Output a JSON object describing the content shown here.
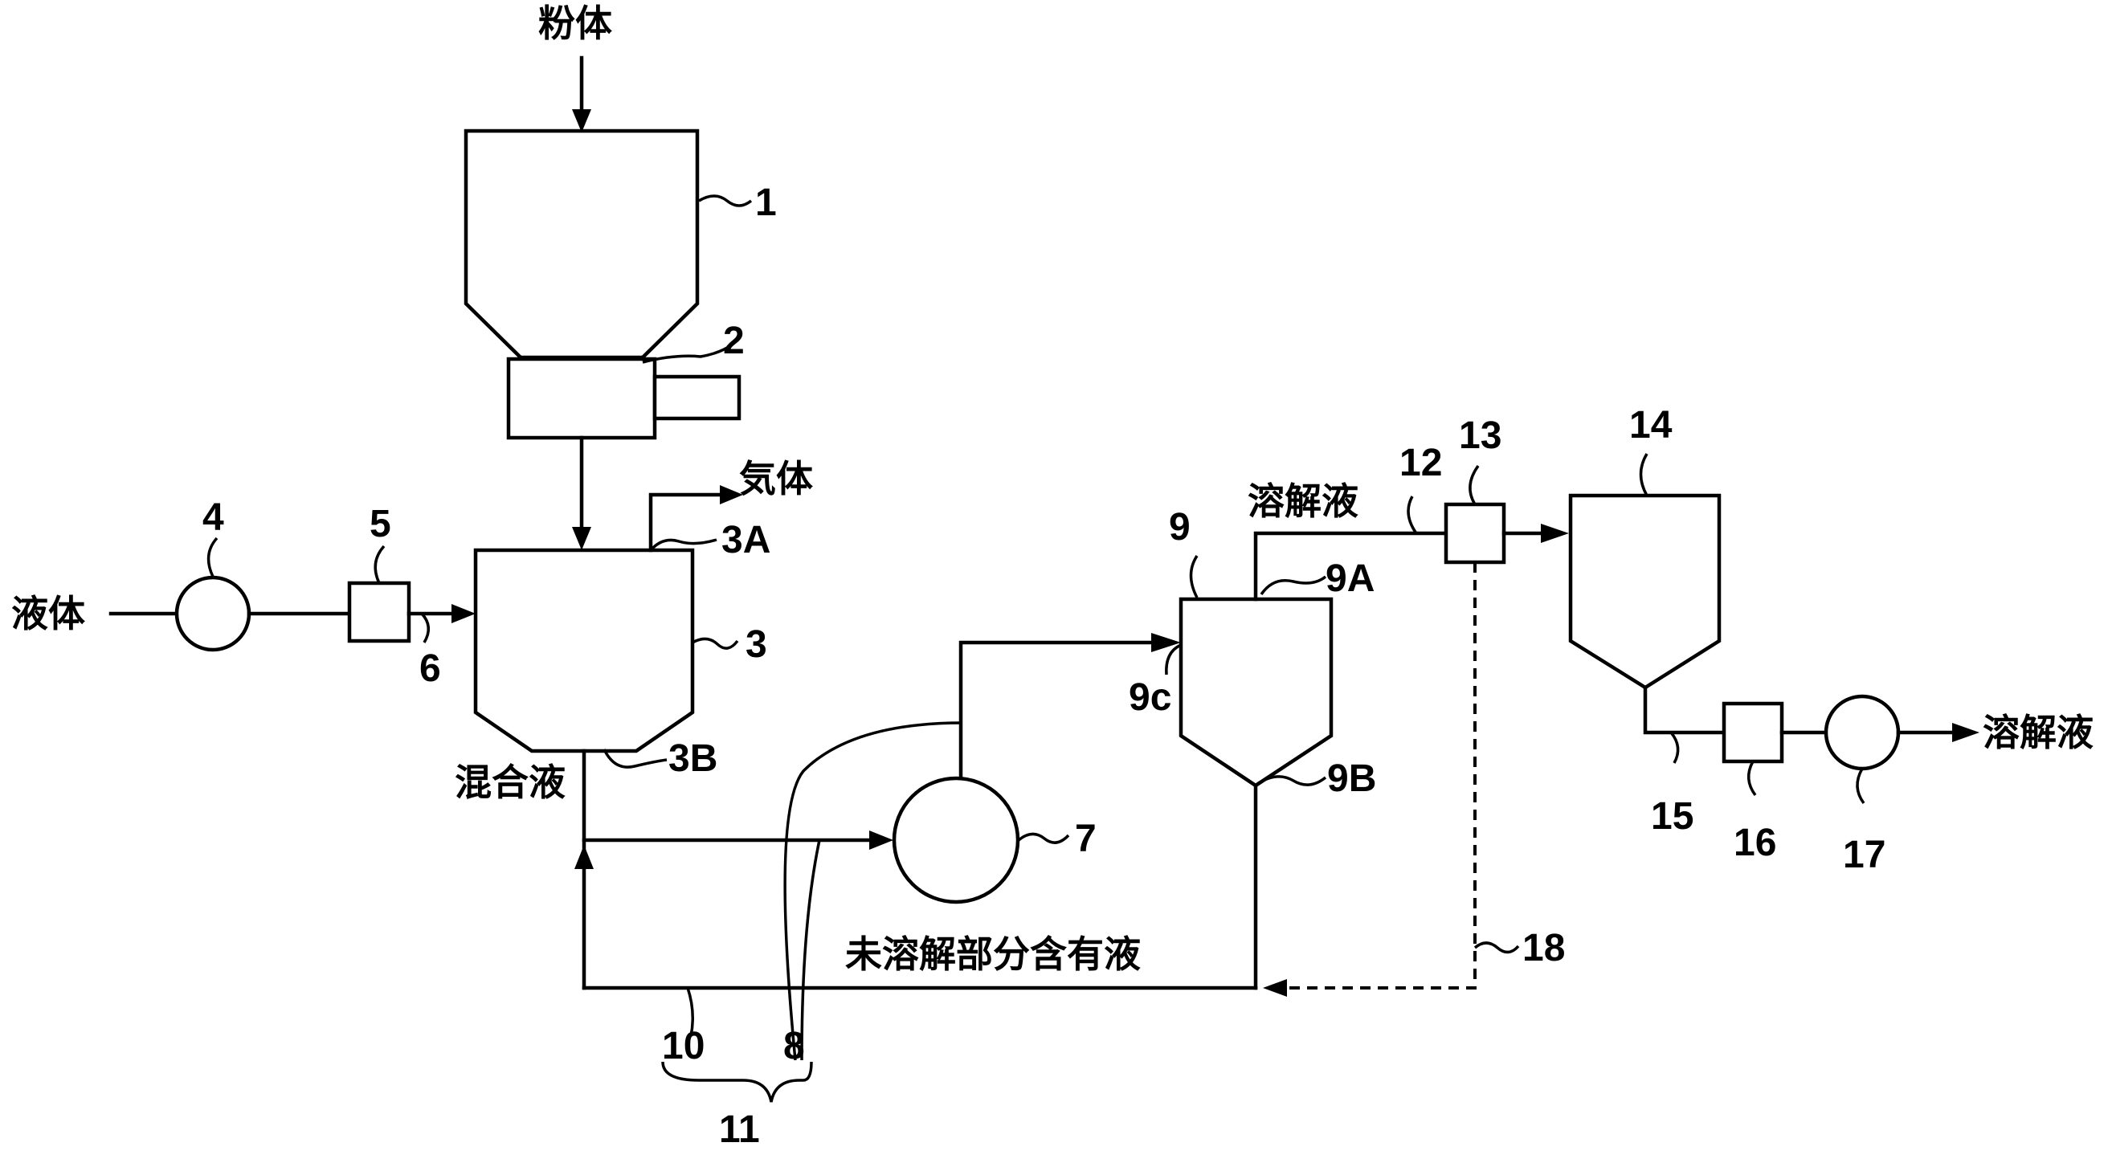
{
  "labels": {
    "powder": "粉体",
    "gas": "気体",
    "liquid": "液体",
    "mixed_liquid": "混合液",
    "dissolved_liquid_mid": "溶解液",
    "dissolved_liquid_out": "溶解液",
    "undissolved_liquid": "未溶解部分含有液"
  },
  "refs": {
    "r1": "1",
    "r2": "2",
    "r3": "3",
    "r3A": "3A",
    "r3B": "3B",
    "r4": "4",
    "r5": "5",
    "r6": "6",
    "r7": "7",
    "r8": "8",
    "r9": "9",
    "r9A": "9A",
    "r9B": "9B",
    "r9c": "9c",
    "r10": "10",
    "r11": "11",
    "r12": "12",
    "r13": "13",
    "r14": "14",
    "r15": "15",
    "r16": "16",
    "r17": "17",
    "r18": "18"
  }
}
